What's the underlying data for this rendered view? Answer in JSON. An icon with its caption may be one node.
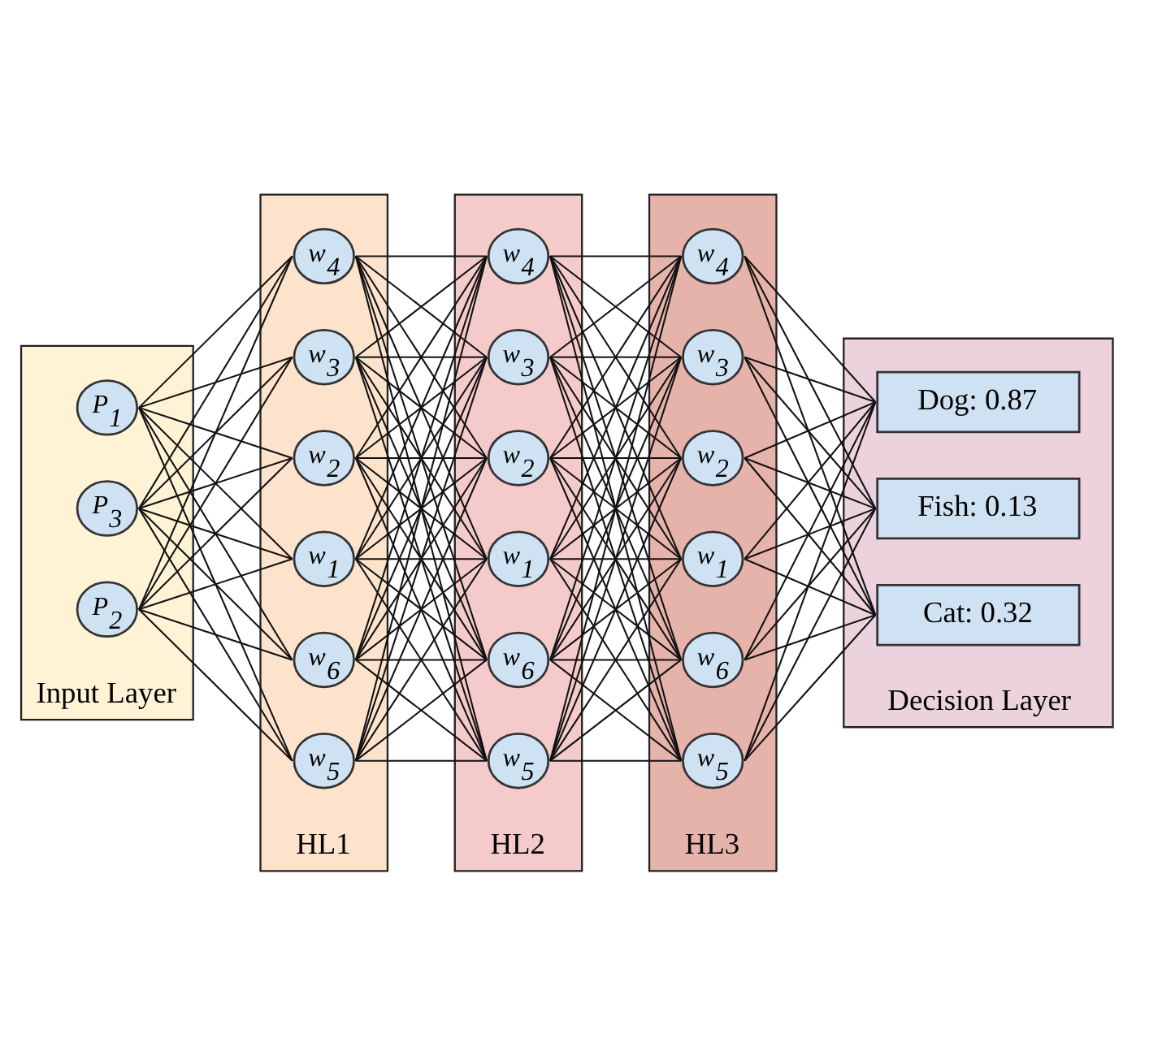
{
  "diagram": {
    "nodes": [
      {
        "text": [
          "Input Layer"
        ]
      },
      {
        "text": [
          "P$_{1}$"
        ],
        "in": 0
      },
      {
        "text": [
          "P$_{2}$"
        ],
        "in": 0
      },
      {
        "text": [
          "P$_{3}$"
        ],
        "in": 0
      },
      {
        "text": [
          "HL1"
        ]
      },
      {
        "text": [
          "w$_{1}$"
        ],
        "in": 4
      },
      {
        "text": [
          "w$_{2}$"
        ],
        "in": 4
      },
      {
        "text": [
          "w$_{3}$"
        ],
        "in": 4
      },
      {
        "text": [
          "w$_{4}$"
        ],
        "in": 4
      },
      {
        "text": [
          "w$_{5}$"
        ],
        "in": 4
      },
      {
        "text": [
          "w$_{6}$"
        ],
        "in": 4
      },
      {
        "text": [
          "HL2"
        ]
      },
      {
        "text": [
          "w$_{1}$"
        ],
        "in": 11
      },
      {
        "text": [
          "w$_{2}$"
        ],
        "in": 11
      },
      {
        "text": [
          "w$_{3}$"
        ],
        "in": 11
      },
      {
        "text": [
          "w$_{4}$"
        ],
        "in": 11
      },
      {
        "text": [
          "w$_{5}$"
        ],
        "in": 11
      },
      {
        "text": [
          "w$_{6}$"
        ],
        "in": 11
      },
      {
        "text": [
          "HL3"
        ]
      },
      {
        "text": [
          "w$_{1}$"
        ],
        "in": 18
      },
      {
        "text": [
          "w$_{2}$"
        ],
        "in": 18
      },
      {
        "text": [
          "w$_{3}$"
        ],
        "in": 18
      },
      {
        "text": [
          "w$_{4}$"
        ],
        "in": 18
      },
      {
        "text": [
          "w$_{5}$"
        ],
        "in": 18
      },
      {
        "text": [
          "w$_{6}$"
        ],
        "in": 18
      },
      {
        "text": [
          "Decision Layer"
        ]
      },
      {
        "text": [
          "Dog: 0.87"
        ],
        "in": 25
      },
      {
        "text": [
          "Cat: 0.32"
        ],
        "in": 25
      },
      {
        "text": [
          "Fish: 0.13"
        ],
        "in": 25
      }
    ],
    "edges": [
      {
        "from": 1,
        "to": 5,
        "arrow": "none"
      },
      {
        "from": 1,
        "to": 6,
        "arrow": "none"
      },
      {
        "from": 1,
        "to": 7,
        "arrow": "none"
      },
      {
        "from": 1,
        "to": 8,
        "arrow": "none"
      },
      {
        "from": 1,
        "to": 9,
        "arrow": "none"
      },
      {
        "from": 1,
        "to": 10,
        "arrow": "none"
      },
      {
        "from": 2,
        "to": 5,
        "arrow": "none"
      },
      {
        "from": 2,
        "to": 6,
        "arrow": "none"
      },
      {
        "from": 2,
        "to": 7,
        "arrow": "none"
      },
      {
        "from": 2,
        "to": 8,
        "arrow": "none"
      },
      {
        "from": 2,
        "to": 9,
        "arrow": "none"
      },
      {
        "from": 2,
        "to": 10,
        "arrow": "none"
      },
      {
        "from": 3,
        "to": 5,
        "arrow": "none"
      },
      {
        "from": 3,
        "to": 6,
        "arrow": "none"
      },
      {
        "from": 3,
        "to": 7,
        "arrow": "none"
      },
      {
        "from": 3,
        "to": 8,
        "arrow": "none"
      },
      {
        "from": 3,
        "to": 9,
        "arrow": "none"
      },
      {
        "from": 3,
        "to": 10,
        "arrow": "none"
      },
      {
        "from": 5,
        "to": 12,
        "arrow": "none"
      },
      {
        "from": 5,
        "to": 13,
        "arrow": "none"
      },
      {
        "from": 5,
        "to": 14,
        "arrow": "none"
      },
      {
        "from": 5,
        "to": 15,
        "arrow": "none"
      },
      {
        "from": 5,
        "to": 16,
        "arrow": "none"
      },
      {
        "from": 5,
        "to": 17,
        "arrow": "none"
      },
      {
        "from": 6,
        "to": 12,
        "arrow": "none"
      },
      {
        "from": 6,
        "to": 13,
        "arrow": "none"
      },
      {
        "from": 6,
        "to": 14,
        "arrow": "none"
      },
      {
        "from": 6,
        "to": 15,
        "arrow": "none"
      },
      {
        "from": 6,
        "to": 16,
        "arrow": "none"
      },
      {
        "from": 6,
        "to": 17,
        "arrow": "none"
      },
      {
        "from": 7,
        "to": 12,
        "arrow": "none"
      },
      {
        "from": 7,
        "to": 13,
        "arrow": "none"
      },
      {
        "from": 7,
        "to": 14,
        "arrow": "none"
      },
      {
        "from": 7,
        "to": 15,
        "arrow": "none"
      },
      {
        "from": 7,
        "to": 16,
        "arrow": "none"
      },
      {
        "from": 7,
        "to": 17,
        "arrow": "none"
      },
      {
        "from": 8,
        "to": 12,
        "arrow": "none"
      },
      {
        "from": 8,
        "to": 13,
        "arrow": "none"
      },
      {
        "from": 8,
        "to": 14,
        "arrow": "none"
      },
      {
        "from": 8,
        "to": 15,
        "arrow": "none"
      },
      {
        "from": 8,
        "to": 16,
        "arrow": "none"
      },
      {
        "from": 8,
        "to": 17,
        "arrow": "none"
      },
      {
        "from": 9,
        "to": 12,
        "arrow": "none"
      },
      {
        "from": 9,
        "to": 13,
        "arrow": "none"
      },
      {
        "from": 9,
        "to": 14,
        "arrow": "none"
      },
      {
        "from": 9,
        "to": 15,
        "arrow": "none"
      },
      {
        "from": 9,
        "to": 16,
        "arrow": "none"
      },
      {
        "from": 9,
        "to": 17,
        "arrow": "none"
      },
      {
        "from": 10,
        "to": 12,
        "arrow": "none"
      },
      {
        "from": 10,
        "to": 13,
        "arrow": "none"
      },
      {
        "from": 10,
        "to": 14,
        "arrow": "none"
      },
      {
        "from": 10,
        "to": 15,
        "arrow": "none"
      },
      {
        "from": 10,
        "to": 16,
        "arrow": "none"
      },
      {
        "from": 10,
        "to": 17,
        "arrow": "none"
      },
      {
        "from": 12,
        "to": 19,
        "arrow": "none"
      },
      {
        "from": 12,
        "to": 20,
        "arrow": "none"
      },
      {
        "from": 12,
        "to": 21,
        "arrow": "none"
      },
      {
        "from": 12,
        "to": 22,
        "arrow": "none"
      },
      {
        "from": 12,
        "to": 23,
        "arrow": "none"
      },
      {
        "from": 12,
        "to": 24,
        "arrow": "none"
      },
      {
        "from": 13,
        "to": 19,
        "arrow": "none"
      },
      {
        "from": 13,
        "to": 20,
        "arrow": "none"
      },
      {
        "from": 13,
        "to": 21,
        "arrow": "none"
      },
      {
        "from": 13,
        "to": 22,
        "arrow": "none"
      },
      {
        "from": 13,
        "to": 23,
        "arrow": "none"
      },
      {
        "from": 13,
        "to": 24,
        "arrow": "none"
      },
      {
        "from": 14,
        "to": 19,
        "arrow": "none"
      },
      {
        "from": 14,
        "to": 20,
        "arrow": "none"
      },
      {
        "from": 14,
        "to": 21,
        "arrow": "none"
      },
      {
        "from": 14,
        "to": 22,
        "arrow": "none"
      },
      {
        "from": 14,
        "to": 23,
        "arrow": "none"
      },
      {
        "from": 14,
        "to": 24,
        "arrow": "none"
      },
      {
        "from": 15,
        "to": 19,
        "arrow": "none"
      },
      {
        "from": 15,
        "to": 20,
        "arrow": "none"
      },
      {
        "from": 15,
        "to": 21,
        "arrow": "none"
      },
      {
        "from": 15,
        "to": 22,
        "arrow": "none"
      },
      {
        "from": 15,
        "to": 23,
        "arrow": "none"
      },
      {
        "from": 15,
        "to": 24,
        "arrow": "none"
      },
      {
        "from": 16,
        "to": 19,
        "arrow": "none"
      },
      {
        "from": 16,
        "to": 20,
        "arrow": "none"
      },
      {
        "from": 16,
        "to": 21,
        "arrow": "none"
      },
      {
        "from": 16,
        "to": 22,
        "arrow": "none"
      },
      {
        "from": 16,
        "to": 23,
        "arrow": "none"
      },
      {
        "from": 16,
        "to": 24,
        "arrow": "none"
      },
      {
        "from": 17,
        "to": 19,
        "arrow": "none"
      },
      {
        "from": 17,
        "to": 20,
        "arrow": "none"
      },
      {
        "from": 17,
        "to": 21,
        "arrow": "none"
      },
      {
        "from": 17,
        "to": 22,
        "arrow": "none"
      },
      {
        "from": 17,
        "to": 23,
        "arrow": "none"
      },
      {
        "from": 17,
        "to": 24,
        "arrow": "none"
      },
      {
        "from": 19,
        "to": 26,
        "arrow": "none"
      },
      {
        "from": 19,
        "to": 27,
        "arrow": "none"
      },
      {
        "from": 19,
        "to": 28,
        "arrow": "none"
      },
      {
        "from": 20,
        "to": 26,
        "arrow": "none"
      },
      {
        "from": 20,
        "to": 27,
        "arrow": "none"
      },
      {
        "from": 20,
        "to": 28,
        "arrow": "none"
      },
      {
        "from": 21,
        "to": 26,
        "arrow": "none"
      },
      {
        "from": 21,
        "to": 27,
        "arrow": "none"
      },
      {
        "from": 21,
        "to": 28,
        "arrow": "none"
      },
      {
        "from": 22,
        "to": 26,
        "arrow": "none"
      },
      {
        "from": 22,
        "to": 27,
        "arrow": "none"
      },
      {
        "from": 22,
        "to": 28,
        "arrow": "none"
      },
      {
        "from": 23,
        "to": 26,
        "arrow": "none"
      },
      {
        "from": 23,
        "to": 27,
        "arrow": "none"
      },
      {
        "from": 23,
        "to": 28,
        "arrow": "none"
      },
      {
        "from": 24,
        "to": 26,
        "arrow": "none"
      },
      {
        "from": 24,
        "to": 27,
        "arrow": "none"
      },
      {
        "from": 24,
        "to": 28,
        "arrow": "none"
      }
    ]
  }
}
